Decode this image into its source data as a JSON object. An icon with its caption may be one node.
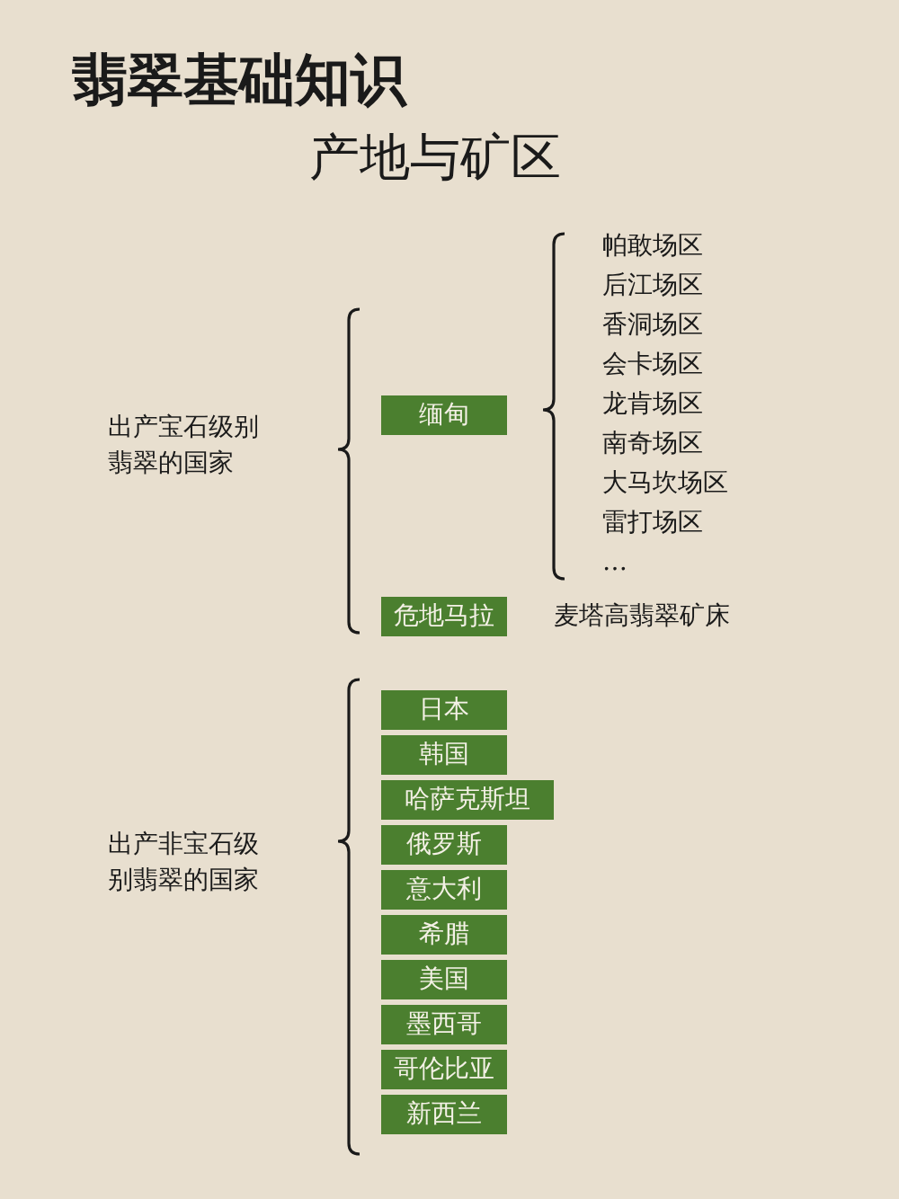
{
  "diagram": {
    "title": "翡翠基础知识",
    "nodes": [
      {
        "text": [
          "缅甸"
        ]
      },
      {
        "text": [
          "危地马拉"
        ],
        "beside": [
          "麦塔高翡翠矿床"
        ]
      },
      {
        "text": [
          "日本"
        ]
      },
      {
        "text": [
          "韩国"
        ]
      },
      {
        "text": [
          "哈萨克斯坦"
        ]
      },
      {
        "text": [
          "俄罗斯"
        ]
      },
      {
        "text": [
          "意大利"
        ]
      },
      {
        "text": [
          "希腊"
        ]
      },
      {
        "text": [
          "美国"
        ]
      },
      {
        "text": [
          "墨西哥"
        ]
      },
      {
        "text": [
          "哥伦比亚"
        ]
      },
      {
        "text": [
          "新西兰"
        ]
      }
    ],
    "labels": [
      "产地与矿区",
      "出产宝石级别翡翠的国家",
      "帕敢场区",
      "后江场区",
      "香洞场区",
      "会卡场区",
      "龙肯场区",
      "南奇场区",
      "大马坎场区",
      "雷打场区",
      "…",
      "出产非宝石级别翡翠的国家"
    ]
  }
}
